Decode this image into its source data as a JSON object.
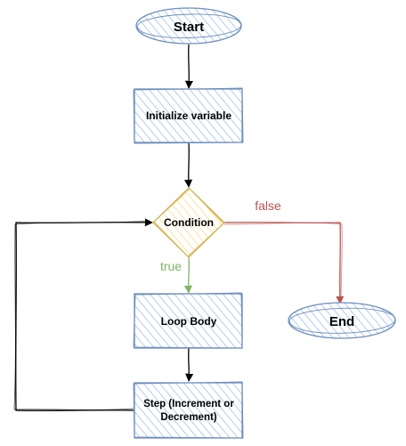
{
  "diagram": {
    "nodes": {
      "start": {
        "label": "Start",
        "shape": "ellipse"
      },
      "init": {
        "label": "Initialize variable",
        "shape": "rectangle"
      },
      "condition": {
        "label": "Condition",
        "shape": "diamond"
      },
      "body": {
        "label": "Loop Body",
        "shape": "rectangle"
      },
      "step": {
        "label_line1": "Step (Increment or",
        "label_line2": "Decrement)",
        "shape": "rectangle"
      },
      "end": {
        "label": "End",
        "shape": "ellipse"
      }
    },
    "edges": {
      "true_label": "true",
      "false_label": "false"
    },
    "colors": {
      "process_fill": "#dae8fc",
      "process_stroke": "#6c8ebf",
      "decision_fill": "#fff2cc",
      "decision_stroke": "#d6b656",
      "true_color": "#82b366",
      "false_color": "#b85450",
      "arrow_color": "#000000"
    }
  }
}
